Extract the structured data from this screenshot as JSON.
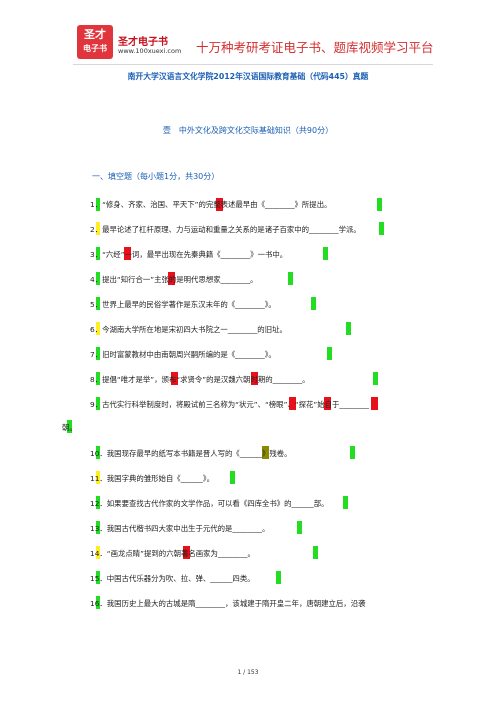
{
  "header": {
    "logo_line1": "圣才",
    "logo_line2": "电子书",
    "brand": "圣才电子书",
    "url": "www.100xuexi.com",
    "slogan": "十万种考研考证电子书、题库视频学习平台"
  },
  "doc_title": "南开大学汉语言文化学院2012年汉语国际教育基础（代码445）真题",
  "section_title": "壹　中外文化及跨文化交际基础知识（共90分）",
  "part_title": "一、填空题（每小题1分，共30分）",
  "questions": [
    "1．“修身、齐家、治国、平天下”的完整表述最早由《________》所提出。",
    "2．最早论述了杠杆原理、力与运动和重量之关系的是诸子百家中的________学派。",
    "3．“六经”一词，最早出现在先秦典籍《________》一书中。",
    "4．提出“知行合一”主张的是明代思想家________。",
    "5．世界上最早的民俗学著作是东汉末年的《________》。",
    "6．今湖南大学所在地是宋初四大书院之一________的旧址。",
    "7．旧时富蒙教材中由南朝周兴嗣所编的是《________》。",
    "8．提倡“唯才是举”，颁布“求贤令”的是汉魏六朝时期的________。",
    "9．古代实行科举制度时，将殿试前三名称为“状元”、“榜眼”、“探花”始自于________",
    "10．我国现存最早的纸写本书籍是晋人写的《______》残卷。",
    "11．我国字典的雏形始自《______》。",
    "12．如果要查找古代作家的文学作品，可以看《四库全书》的______部。",
    "13．我国古代楷书四大家中出生于元代的是________。",
    "14．“画龙点睛”提到的六朝著名画家为________。",
    "15．中国古代乐器分为吹、拉、弹、______四类。",
    "16．我国历史上最大的古城是隋________，该城建于隋开皇二年，唐朝建立后，沿袭"
  ],
  "wrap_text": "朝。",
  "footer": "1 / 153"
}
